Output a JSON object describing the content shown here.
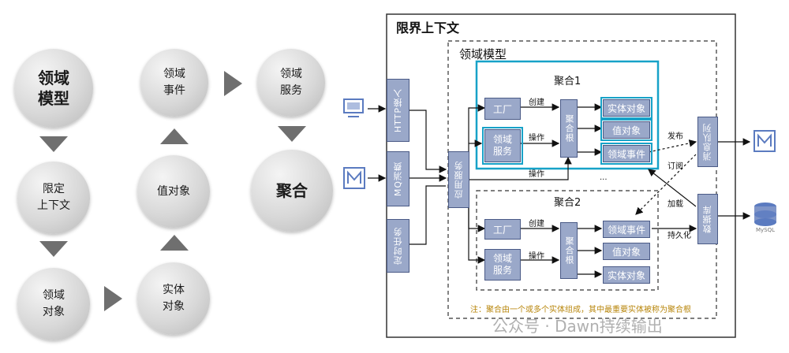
{
  "left": {
    "domain_model": "领域\n模型",
    "bounded_context": "限定\n上下文",
    "domain_object": "领域\n对象",
    "domain_event": "领域\n事件",
    "value_object": "值对象",
    "entity_object": "实体\n对象",
    "domain_service": "领域\n服务",
    "aggregate": "聚合"
  },
  "right": {
    "bounded_context_title": "限界上下文",
    "domain_model_title": "领域模型",
    "inputs": [
      "HTTP接入",
      "MQ消费",
      "定时任务"
    ],
    "app_service": "应用服务",
    "aggregate1": {
      "title": "聚合1",
      "factory": "工厂",
      "domain_service": "领域\n服务",
      "aggregate_root": "聚合根",
      "entity": "实体对象",
      "value": "值对象",
      "event": "领域事件",
      "create": "创建",
      "operate": "操作"
    },
    "operate_label": "操作",
    "ellipsis": "...",
    "aggregate2": {
      "title": "聚合2",
      "factory": "工厂",
      "domain_service": "领域\n服务",
      "aggregate_root": "聚合根",
      "event": "领域事件",
      "value": "值对象",
      "entity": "实体对象",
      "create": "创建",
      "operate": "操作"
    },
    "mq": "消息队列",
    "db": "数据库",
    "publish": "发布",
    "subscribe": "订阅",
    "load": "加载",
    "persist": "持久化",
    "note": "注：聚合由一个或多个实体组成，其中最重要实体被称为聚合根",
    "mysql": "MySQL"
  },
  "watermark": "公众号 · Dawn持续输出"
}
